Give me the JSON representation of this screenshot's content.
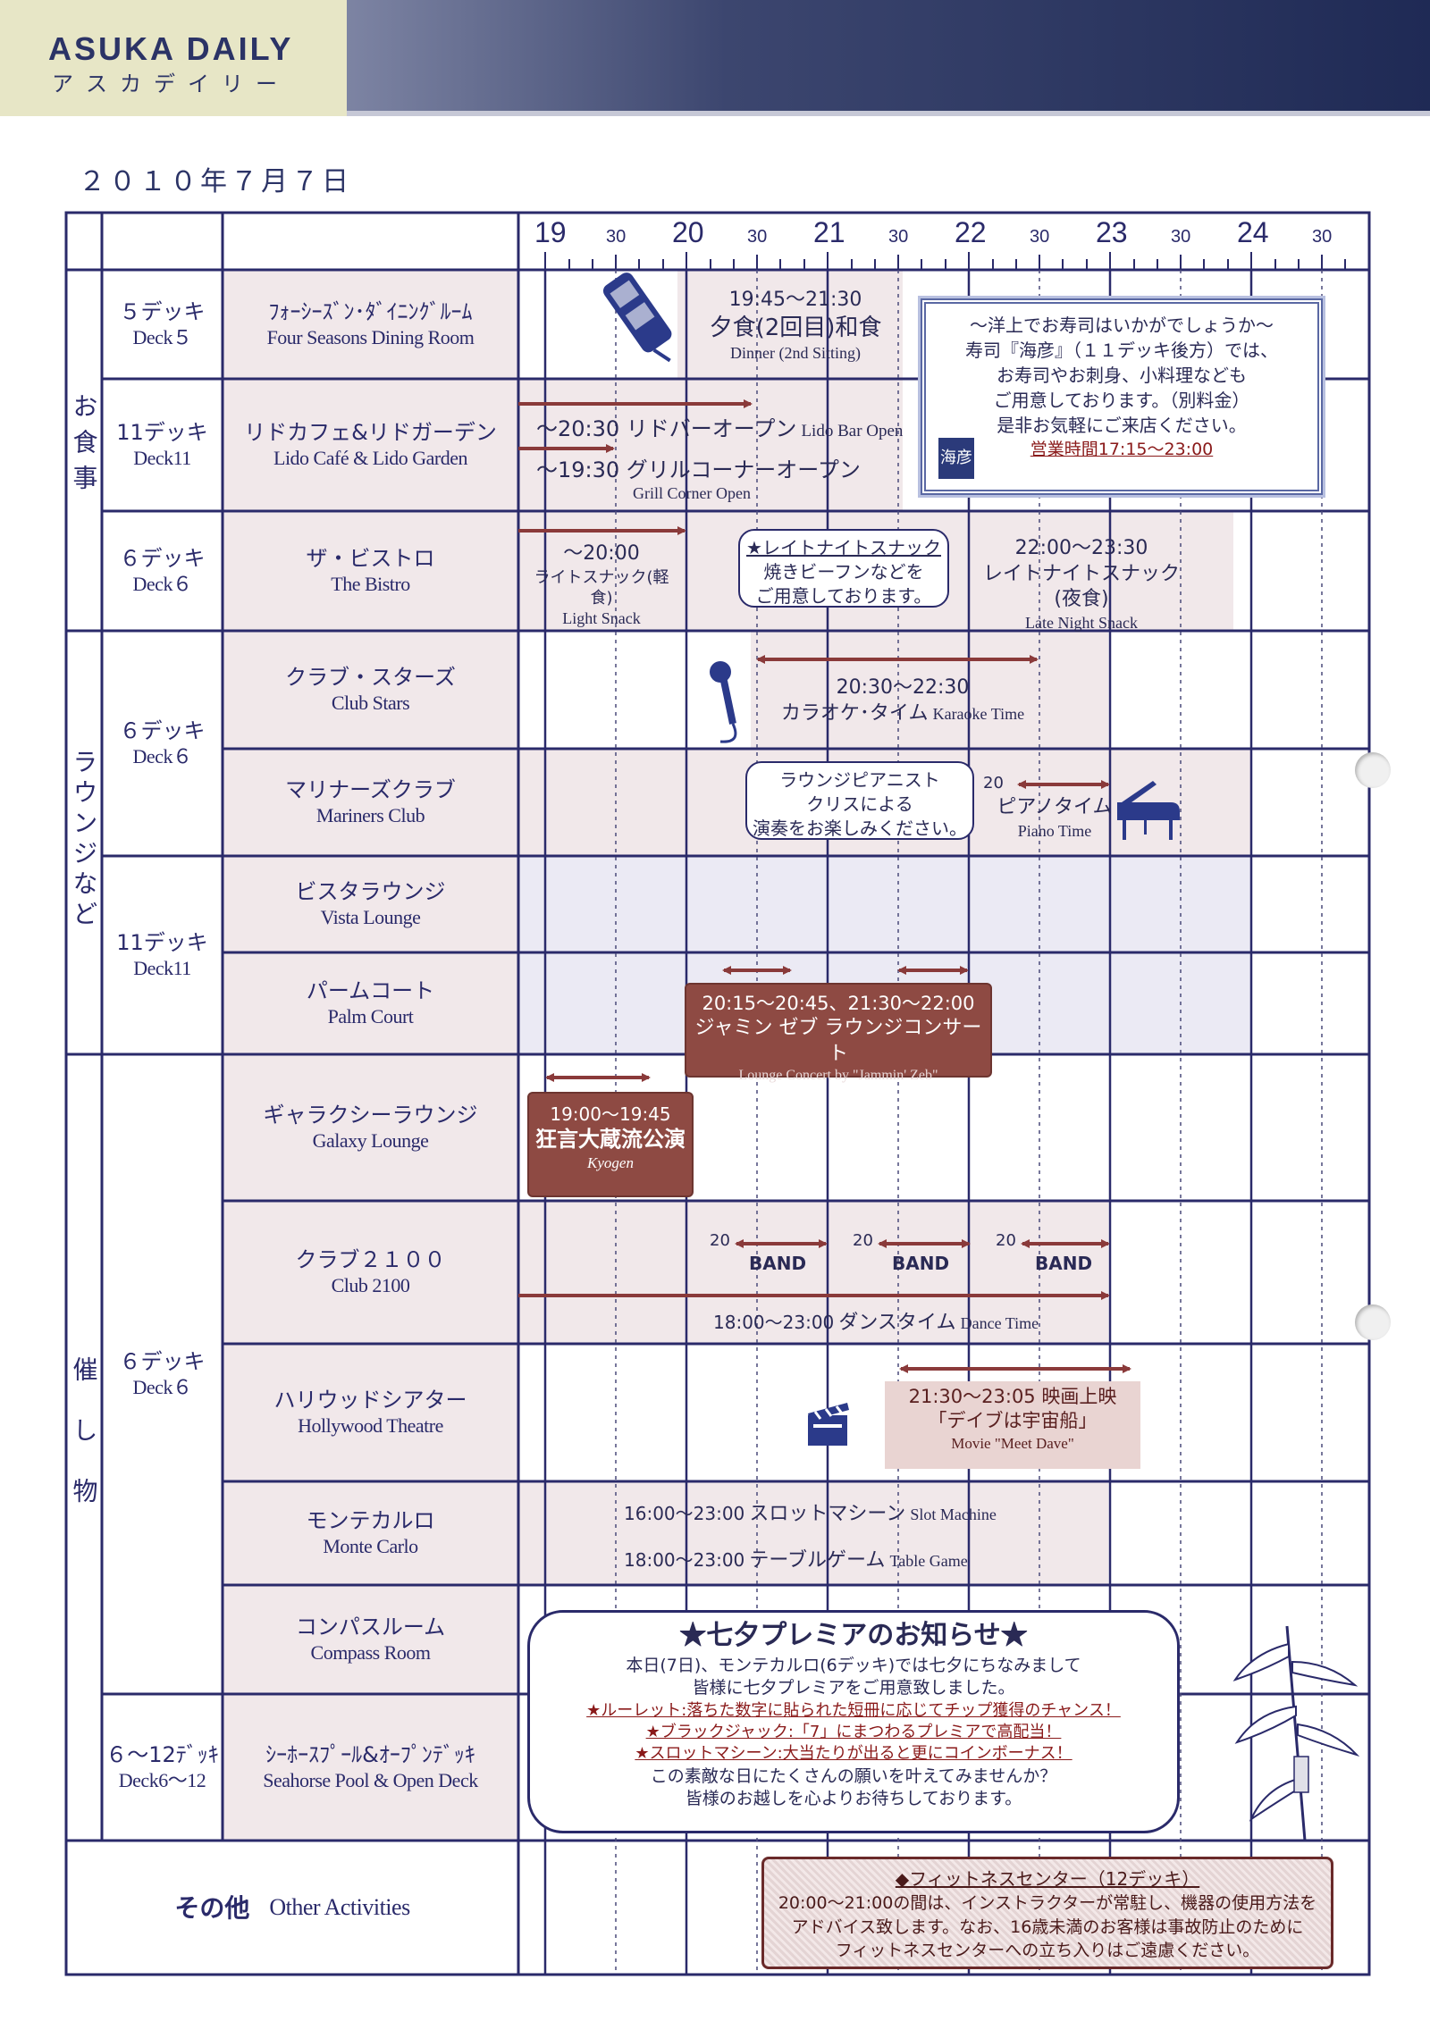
{
  "header": {
    "brand_en": "ASUKA DAILY",
    "brand_jp": "アスカデイリー",
    "date": "２０１０年７月７日"
  },
  "timeline": {
    "hours": [
      "19",
      "20",
      "21",
      "22",
      "23",
      "24"
    ],
    "half": "30"
  },
  "categories": {
    "dining": "お食事",
    "lounges": "ラウンジなど",
    "events": "催し物"
  },
  "decks": {
    "deck5": {
      "jp": "５デッキ",
      "en": "Deck５"
    },
    "deck11a": {
      "jp": "11デッキ",
      "en": "Deck11"
    },
    "deck6a": {
      "jp": "６デッキ",
      "en": "Deck６"
    },
    "deck6b": {
      "jp": "６デッキ",
      "en": "Deck６"
    },
    "deck11b": {
      "jp": "11デッキ",
      "en": "Deck11"
    },
    "deck6c": {
      "jp": "６デッキ",
      "en": "Deck６"
    },
    "deck612": {
      "jp": "６〜12ﾃﾞｯｷ",
      "en": "Deck6〜12"
    }
  },
  "venues": {
    "four_seasons": {
      "jp": "ﾌｫｰｼｰｽﾞﾝ･ﾀﾞｲﾆﾝｸﾞﾙｰﾑ",
      "en": "Four Seasons Dining Room"
    },
    "lido": {
      "jp": "リドカフェ&リドガーデン",
      "en": "Lido Café & Lido Garden"
    },
    "bistro": {
      "jp": "ザ・ビストロ",
      "en": "The Bistro"
    },
    "club_stars": {
      "jp": "クラブ・スターズ",
      "en": "Club Stars"
    },
    "mariners": {
      "jp": "マリナーズクラブ",
      "en": "Mariners Club"
    },
    "vista": {
      "jp": "ビスタラウンジ",
      "en": "Vista Lounge"
    },
    "palm": {
      "jp": "パームコート",
      "en": "Palm Court"
    },
    "galaxy": {
      "jp": "ギャラクシーラウンジ",
      "en": "Galaxy Lounge"
    },
    "club2100": {
      "jp": "クラブ２１００",
      "en": "Club 2100"
    },
    "hollywood": {
      "jp": "ハリウッドシアター",
      "en": "Hollywood Theatre"
    },
    "monte": {
      "jp": "モンテカルロ",
      "en": "Monte Carlo"
    },
    "compass": {
      "jp": "コンパスルーム",
      "en": "Compass Room"
    },
    "seahorse": {
      "jp": "ｼｰﾎｰｽﾌﾟｰﾙ&ｵｰﾌﾟﾝﾃﾞｯｷ",
      "en": "Seahorse Pool & Open Deck"
    },
    "other_jp": "その他",
    "other_en": "Other Activities"
  },
  "events": {
    "dinner_time": "19:45〜21:30",
    "dinner_title": "夕食(2回目)和食",
    "dinner_en": "Dinner (2nd Sitting)",
    "lido_bar": "〜20:30 リドバーオープン",
    "lido_bar_en": "Lido Bar Open",
    "grill": "〜19:30 グリルコーナーオープン",
    "grill_en": "Grill Corner Open",
    "snack_time": "〜20:00",
    "snack_title": "ライトスナック(軽食)",
    "snack_en": "Light Snack",
    "late_bubble_1": "★レイトナイトスナック",
    "late_bubble_2": "焼きビーフンなどを",
    "late_bubble_3": "ご用意しております。",
    "late_time": "22:00〜23:30",
    "late_title": "レイトナイトスナック(夜食)",
    "late_en": "Late Night Snack",
    "karaoke_time": "20:30〜22:30",
    "karaoke_title": "カラオケ･タイム",
    "karaoke_en": "Karaoke Time",
    "pianist_1": "ラウンジピアニスト",
    "pianist_2": "クリスによる",
    "pianist_3": "演奏をお楽しみください。",
    "piano_start": "20",
    "piano_title": "ピアノタイム",
    "piano_en": "Piano Time",
    "jammin_time": "20:15〜20:45、21:30〜22:00",
    "jammin_title": "ジャミン ゼブ ラウンジコンサート",
    "jammin_en": "Lounge Concert by \"Jammin' Zeb\"",
    "kyogen_time": "19:00〜19:45",
    "kyogen_title": "狂言大蔵流公演",
    "kyogen_en": "Kyogen",
    "band_start": "20",
    "band_label": "BAND",
    "dance_time": "18:00〜23:00",
    "dance_title": "ダンスタイム",
    "dance_en": "Dance Time",
    "movie_time": "21:30〜23:05",
    "movie_title": "映画上映",
    "movie_name": "「デイブは宇宙船」",
    "movie_en": "Movie \"Meet Dave\"",
    "slot_time": "16:00〜23:00",
    "slot_title": "スロットマシーン",
    "slot_en": "Slot Machine",
    "table_time": "18:00〜23:00",
    "table_title": "テーブルゲーム",
    "table_en": "Table Game"
  },
  "sushi": {
    "line1": "〜洋上でお寿司はいかがでしょうか〜",
    "line2": "寿司『海彦』（１１デッキ後方）では、",
    "line3": "お寿司やお刺身、小料理なども",
    "line4": "ご用意しております。（別料金）",
    "line5": "是非お気軽にご来店ください。",
    "hours": "営業時間17:15〜23:00",
    "shop_sign": "海彦"
  },
  "tanabata": {
    "title": "★七夕プレミアのお知らせ★",
    "l1": "本日(7日)、モンテカルロ(6デッキ)では七夕にちなみまして",
    "l2": "皆様に七夕プレミアをご用意致しました。",
    "l3": "★ルーレット:落ちた数字に貼られた短冊に応じてチップ獲得のチャンス！",
    "l4": "★ブラックジャック:「7」にまつわるプレミアで高配当！",
    "l5": "★スロットマシーン:大当たりが出ると更にコインボーナス！",
    "l6": "この素敵な日にたくさんの願いを叶えてみませんか？",
    "l7": "皆様のお越しを心よりお待ちしております。"
  },
  "fitness": {
    "title": "◆フィットネスセンター（12デッキ）",
    "l1": "20:00〜21:00の間は、インストラクターが常駐し、機器の使用方法を",
    "l2": "アドバイス致します。なお、16歳未満のお客様は事故防止のために",
    "l3": "フィットネスセンターへの立ち入りはご遠慮ください。"
  },
  "colors": {
    "navy": "#2a2a6a",
    "pink_shade": "#f1e8ea",
    "lavender_shade": "#ebeaf4",
    "red_box": "#8e4a43",
    "arrow": "#8a3a3a"
  }
}
